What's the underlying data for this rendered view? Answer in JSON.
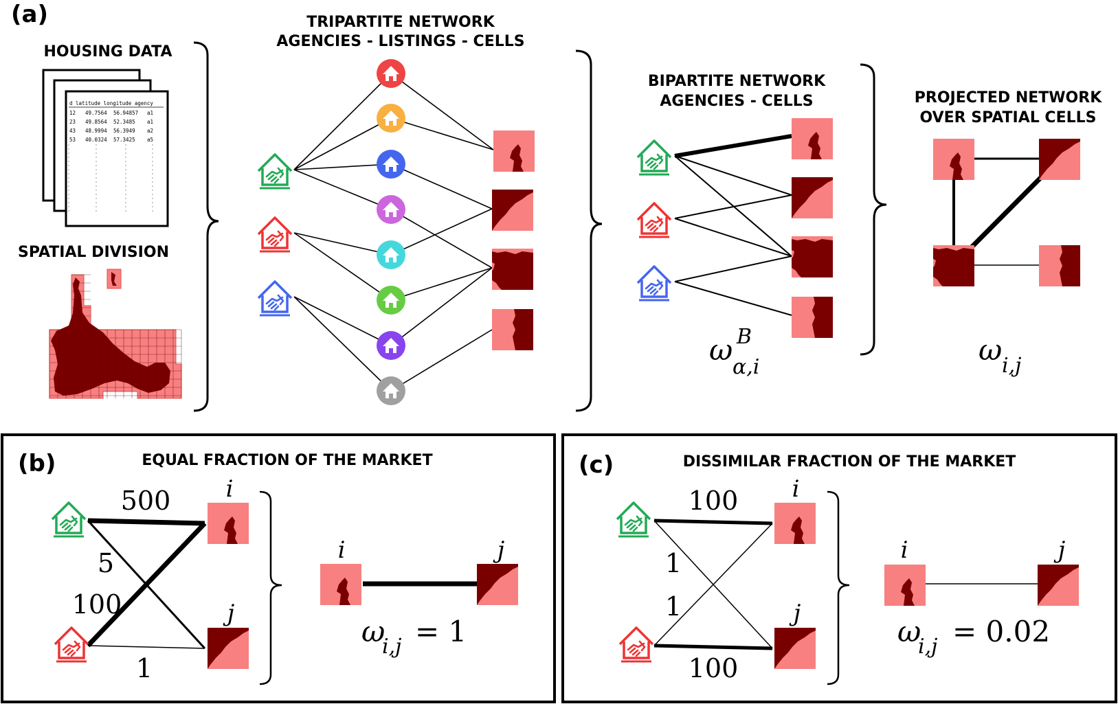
{
  "panel_a": {
    "label": "(a)",
    "housing_title": "HOUSING DATA",
    "table_header": "d  latitude  longitude  agency",
    "table_rows": [
      {
        "id": "12",
        "lat": "49.7564",
        "lon": "56.94857",
        "agency": "a1"
      },
      {
        "id": "23",
        "lat": "49.8564",
        "lon": "52.3485",
        "agency": "a1"
      },
      {
        "id": "43",
        "lat": "48.9994",
        "lon": "56.3949",
        "agency": "a2"
      },
      {
        "id": "53",
        "lat": "40.0324",
        "lon": "57.3425",
        "agency": "a5"
      }
    ],
    "spatial_title": "SPATIAL DIVISION",
    "tripartite_title_1": "TRIPARTITE NETWORK",
    "tripartite_title_2": "AGENCIES - LISTINGS - CELLS",
    "bipartite_title_1": "BIPARTITE NETWORK",
    "bipartite_title_2": "AGENCIES - CELLS",
    "bipartite_weight": {
      "base": "ω",
      "sup": "B",
      "sub": "α,i"
    },
    "projected_title_1": "PROJECTED NETWORK",
    "projected_title_2": "OVER SPATIAL CELLS",
    "projected_weight": {
      "base": "ω",
      "sub": "i,j"
    }
  },
  "panel_b": {
    "label": "(b)",
    "title": "EQUAL FRACTION OF THE MARKET",
    "edge_labels": {
      "top": "500",
      "cross_a": "5",
      "cross_b": "100",
      "bottom": "1"
    },
    "node_i": "i",
    "node_j": "j",
    "result": {
      "base": "ω",
      "sub": "i,j",
      "rhs": "= 1"
    }
  },
  "panel_c": {
    "label": "(c)",
    "title": "DISSIMILAR FRACTION OF THE MARKET",
    "edge_labels": {
      "top": "100",
      "cross_a": "1",
      "cross_b": "1",
      "bottom": "100"
    },
    "node_i": "i",
    "node_j": "j",
    "result": {
      "base": "ω",
      "sub": "i,j",
      "rhs": "= 0.02"
    }
  },
  "colors": {
    "agency_green": "#22aa55",
    "agency_red": "#ee3333",
    "agency_blue": "#4466ee",
    "cell_light": "#f88080",
    "cell_dark": "#7a0000",
    "listing_colors": [
      "#ee4444",
      "#f8b040",
      "#4466ee",
      "#cc66dd",
      "#44d8dd",
      "#66cc44",
      "#8844ee",
      "#a0a0a0"
    ]
  }
}
